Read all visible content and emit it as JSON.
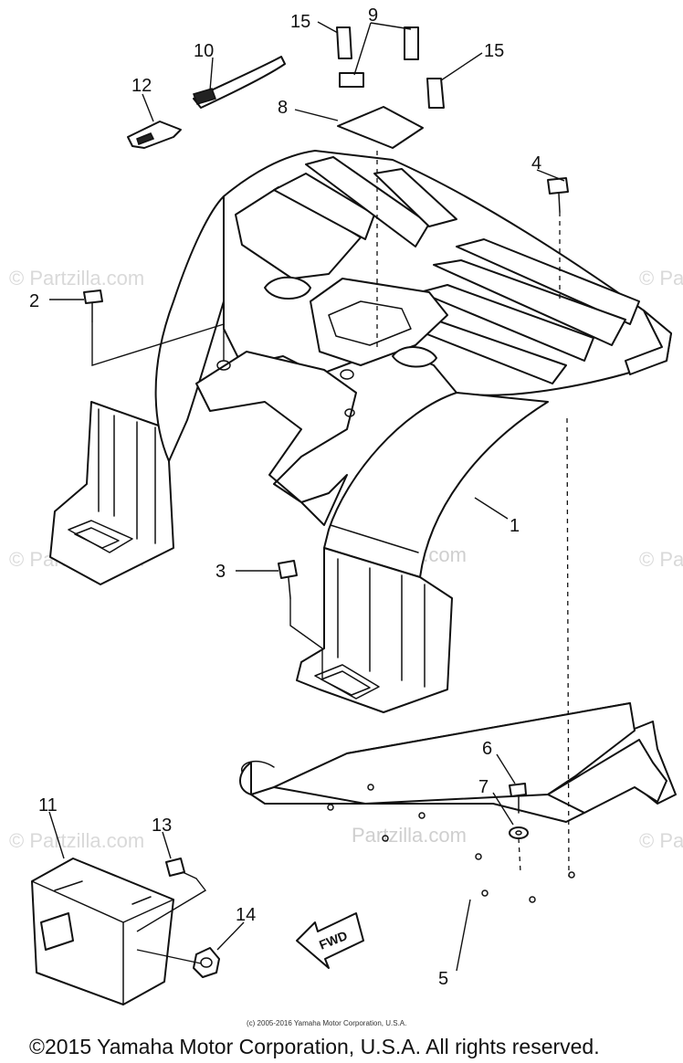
{
  "watermarks": {
    "brand": "© Partzilla.com",
    "brand_center": "© Partzilla.com",
    "brand_mid": "Partzilla.com"
  },
  "callouts": {
    "c1": "1",
    "c2": "2",
    "c3": "3",
    "c4": "4",
    "c5": "5",
    "c6": "6",
    "c7": "7",
    "c8": "8",
    "c9": "9",
    "c10": "10",
    "c11": "11",
    "c12": "12",
    "c13": "13",
    "c14": "14",
    "c15a": "15",
    "c15b": "15"
  },
  "fwd_label": "FWD",
  "copyright_small": "(c) 2005-2016 Yamaha Motor Corporation, U.S.A.",
  "copyright_main": "©2015 Yamaha Motor Corporation, U.S.A. All rights reserved.",
  "colors": {
    "line": "#111111",
    "watermark": "#d9d9d9",
    "background": "#ffffff"
  }
}
